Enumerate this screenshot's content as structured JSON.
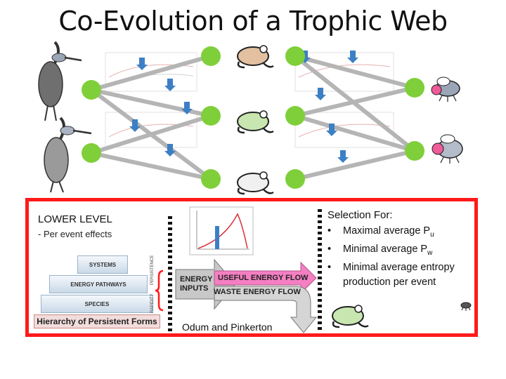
{
  "title": "Co-Evolution of a Trophic Web",
  "lower_level": {
    "title": "LOWER LEVEL",
    "subtitle": "- Per event effects"
  },
  "selection": {
    "title": "Selection For:",
    "item1_text": "Maximal average P",
    "item1_sub": "u",
    "item2_text": "Minimal average P",
    "item2_sub": "w",
    "item3_text": "Minimal average entropy production per event"
  },
  "hierarchy": {
    "systems": "SYSTEMS",
    "energy_pathways": "ENERGY PATHWAYS",
    "species": "SPECIES",
    "base": "Hierarchy of Persistent Forms",
    "side_upper": "PERSISTENCE",
    "side_lower": "RAPIDITY"
  },
  "energy": {
    "inputs": "ENERGY INPUTS",
    "useful": "USEFUL ENERGY FLOW",
    "waste": "WASTE ENERGY FLOW"
  },
  "credit": "Odum and Pinkerton",
  "colors": {
    "node": "#7fcf3a",
    "panel_border": "#ff1a1a",
    "useful_arrow": "#f47fc3",
    "arrow_blue": "#3d7fc4"
  }
}
